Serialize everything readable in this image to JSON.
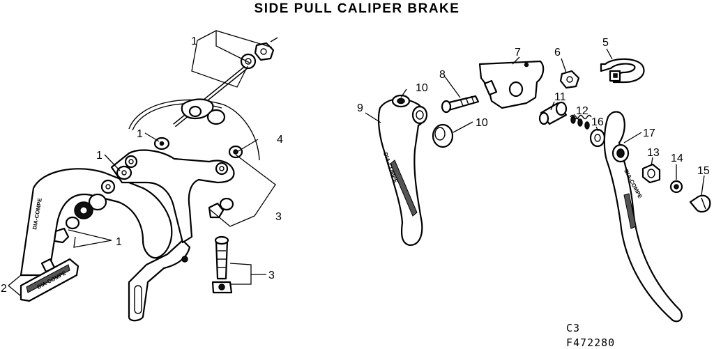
{
  "title": "SIDE PULL CALIPER BRAKE",
  "callouts": {
    "c1a": "1",
    "c1b": "1",
    "c1c": "1",
    "c1d": "1",
    "c2": "2",
    "c3a": "3",
    "c3b": "3",
    "c4": "4",
    "c5": "5",
    "c6": "6",
    "c7": "7",
    "c8": "8",
    "c9": "9",
    "c10a": "10",
    "c10b": "10",
    "c11": "11",
    "c12": "12",
    "c13": "13",
    "c14": "14",
    "c15": "15",
    "c16": "16",
    "c17": "17"
  },
  "brand_marks": {
    "caliper": "DIA-COMPE",
    "shoe": "DIA-COMPE",
    "lever_left": "DIA-COMPE",
    "lever_right": "DIA-COMPE"
  },
  "footer": {
    "code_line1": "C3",
    "code_line2": "F472280"
  }
}
